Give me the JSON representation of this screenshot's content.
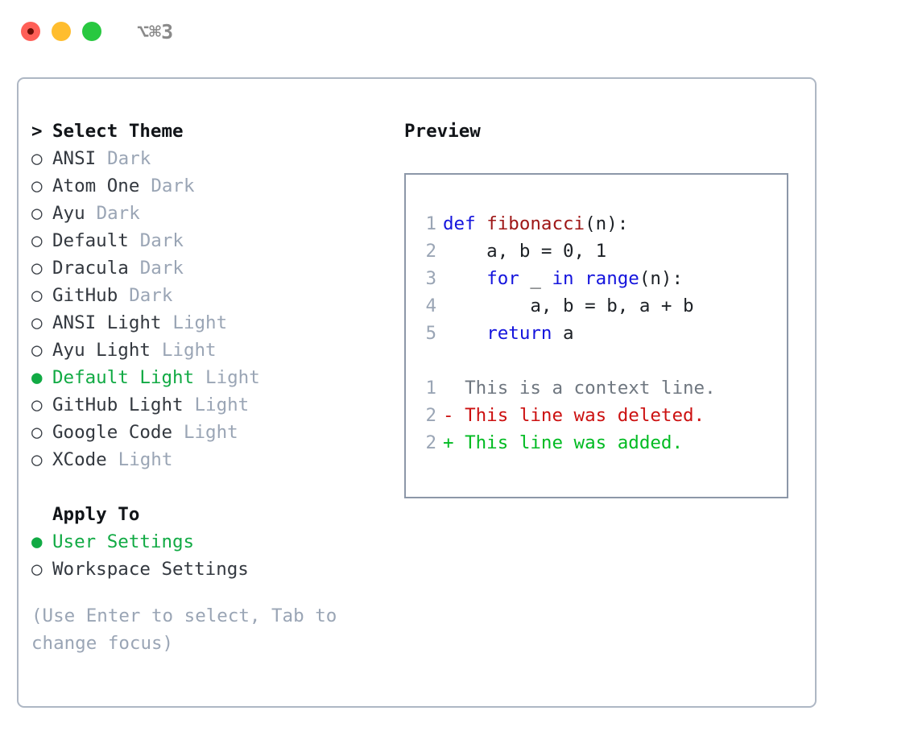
{
  "titlebar": {
    "shortcut": "⌥⌘3",
    "lights": [
      {
        "name": "close",
        "color": "#ff5f57"
      },
      {
        "name": "minimize",
        "color": "#ffbd2e"
      },
      {
        "name": "zoom",
        "color": "#28c840"
      }
    ]
  },
  "theme_list": {
    "header": {
      "caret": ">",
      "label": "Select Theme"
    },
    "items": [
      {
        "marker": "○",
        "label": "ANSI",
        "tag": "Dark",
        "selected": false
      },
      {
        "marker": "○",
        "label": "Atom One",
        "tag": "Dark",
        "selected": false
      },
      {
        "marker": "○",
        "label": "Ayu",
        "tag": "Dark",
        "selected": false
      },
      {
        "marker": "○",
        "label": "Default",
        "tag": "Dark",
        "selected": false
      },
      {
        "marker": "○",
        "label": "Dracula",
        "tag": "Dark",
        "selected": false
      },
      {
        "marker": "○",
        "label": "GitHub",
        "tag": "Dark",
        "selected": false
      },
      {
        "marker": "○",
        "label": "ANSI Light",
        "tag": "Light",
        "selected": false
      },
      {
        "marker": "○",
        "label": "Ayu Light",
        "tag": "Light",
        "selected": false
      },
      {
        "marker": "●",
        "label": "Default Light",
        "tag": "Light",
        "selected": true
      },
      {
        "marker": "○",
        "label": "GitHub Light",
        "tag": "Light",
        "selected": false
      },
      {
        "marker": "○",
        "label": "Google Code",
        "tag": "Light",
        "selected": false
      },
      {
        "marker": "○",
        "label": "XCode",
        "tag": "Light",
        "selected": false
      }
    ]
  },
  "apply_to": {
    "header": "Apply To",
    "items": [
      {
        "marker": "●",
        "label": "User Settings",
        "selected": true
      },
      {
        "marker": "○",
        "label": "Workspace Settings",
        "selected": false
      }
    ]
  },
  "hint": "(Use Enter to select, Tab to change focus)",
  "preview": {
    "title": "Preview",
    "code_lines": [
      {
        "no": "1",
        "tokens": [
          {
            "t": "def",
            "k": "kw"
          },
          {
            "t": " ",
            "k": "plain"
          },
          {
            "t": "fibonacci",
            "k": "fn"
          },
          {
            "t": "(n):",
            "k": "plain"
          }
        ]
      },
      {
        "no": "2",
        "tokens": [
          {
            "t": "    a, b = 0, 1",
            "k": "plain"
          }
        ]
      },
      {
        "no": "3",
        "tokens": [
          {
            "t": "    ",
            "k": "plain"
          },
          {
            "t": "for",
            "k": "kw"
          },
          {
            "t": " _ ",
            "k": "plain"
          },
          {
            "t": "in",
            "k": "kw"
          },
          {
            "t": " ",
            "k": "plain"
          },
          {
            "t": "range",
            "k": "kw"
          },
          {
            "t": "(n):",
            "k": "plain"
          }
        ]
      },
      {
        "no": "4",
        "tokens": [
          {
            "t": "        a, b = b, a + b",
            "k": "plain"
          }
        ]
      },
      {
        "no": "5",
        "tokens": [
          {
            "t": "    ",
            "k": "plain"
          },
          {
            "t": "return",
            "k": "kw"
          },
          {
            "t": " a",
            "k": "plain"
          }
        ]
      }
    ],
    "diff_lines": [
      {
        "no": "1",
        "text": "  This is a context line.",
        "kind": "diff-ctx"
      },
      {
        "no": "2",
        "text": "- This line was deleted.",
        "kind": "diff-del"
      },
      {
        "no": "2",
        "text": "+ This line was added.",
        "kind": "diff-add"
      }
    ]
  },
  "colors": {
    "accent_green": "#11aa44",
    "diff_add": "#00bb22",
    "diff_del": "#cc1111",
    "keyword_blue": "#1414dd",
    "function_red": "#9e1616",
    "muted_tag": "#9aa5b5",
    "panel_border": "#aeb7c4",
    "preview_border": "#8c97a8"
  }
}
